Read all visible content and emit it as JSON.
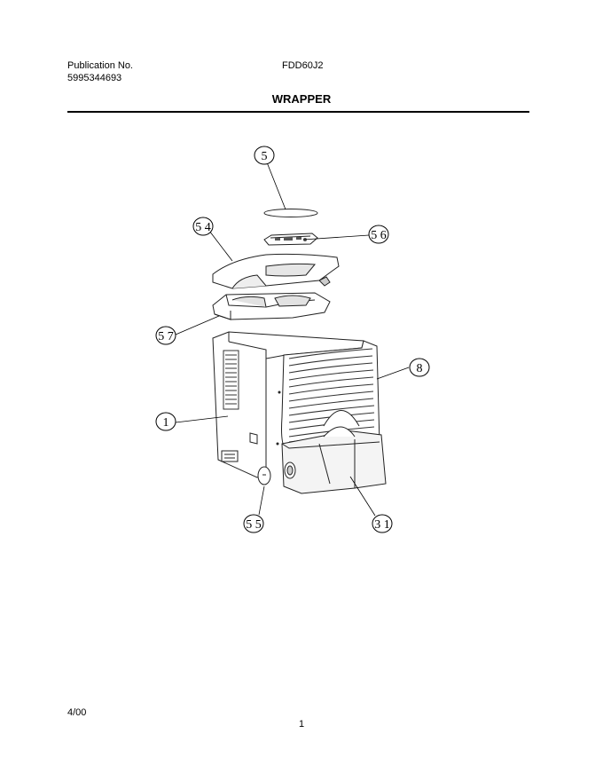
{
  "header": {
    "publication_label": "Publication No.",
    "publication_number": "5995344693",
    "model": "FDD60J2",
    "title": "WRAPPER"
  },
  "callouts": [
    {
      "id": "5",
      "label": "5"
    },
    {
      "id": "54",
      "label": "5 4"
    },
    {
      "id": "56",
      "label": "5 6"
    },
    {
      "id": "57",
      "label": "5 7"
    },
    {
      "id": "8",
      "label": "8"
    },
    {
      "id": "1",
      "label": "1"
    },
    {
      "id": "55",
      "label": "5 5"
    },
    {
      "id": "31",
      "label": "3 1"
    }
  ],
  "footer": {
    "date": "4/00",
    "page": "1"
  }
}
